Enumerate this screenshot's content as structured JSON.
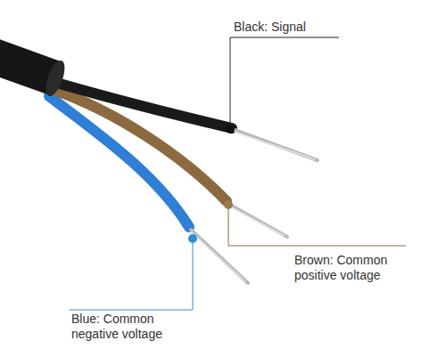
{
  "diagram": {
    "labels": [
      "Black: Signal",
      "Brown: Common positive voltage",
      "Blue: Common negative voltage"
    ]
  }
}
